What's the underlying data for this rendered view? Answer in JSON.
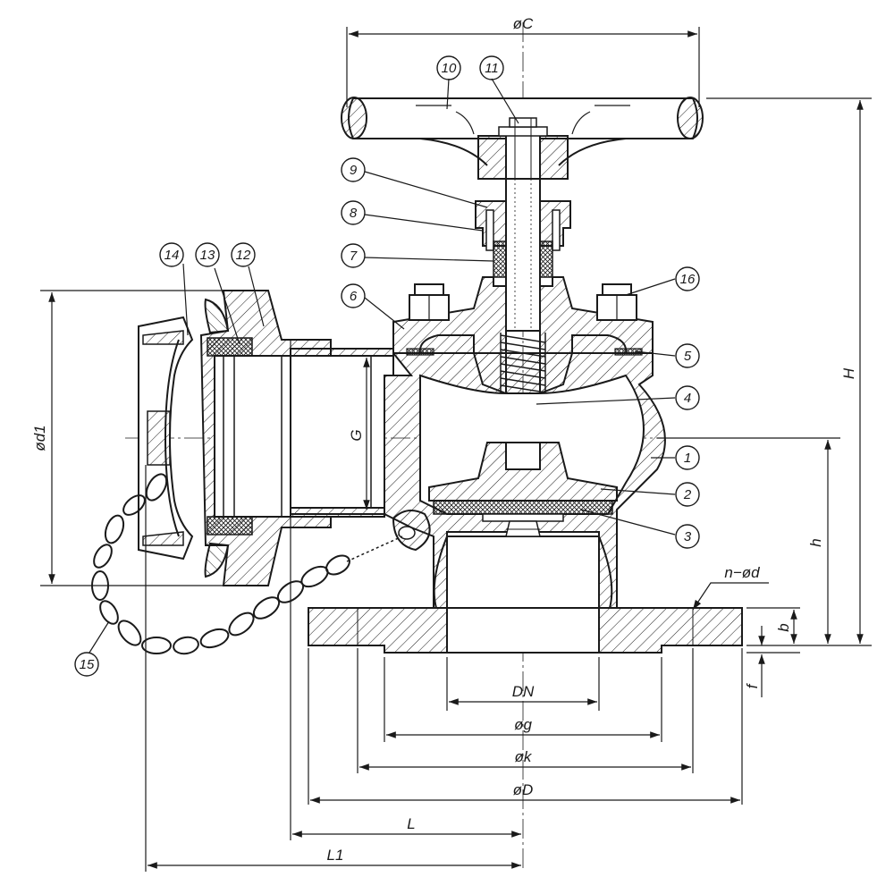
{
  "diagram": {
    "callouts": [
      "1",
      "2",
      "3",
      "4",
      "5",
      "6",
      "7",
      "8",
      "9",
      "10",
      "11",
      "12",
      "13",
      "14",
      "15",
      "16"
    ],
    "dimensions": {
      "phiC": "øC",
      "H": "H",
      "h": "h",
      "b": "b",
      "f": "f",
      "n_phid": "n−ød",
      "phid1": "ød1",
      "G": "G",
      "DN": "DN",
      "phig": "øg",
      "phik": "øk",
      "phiD": "øD",
      "L": "L",
      "L1": "L1"
    }
  }
}
